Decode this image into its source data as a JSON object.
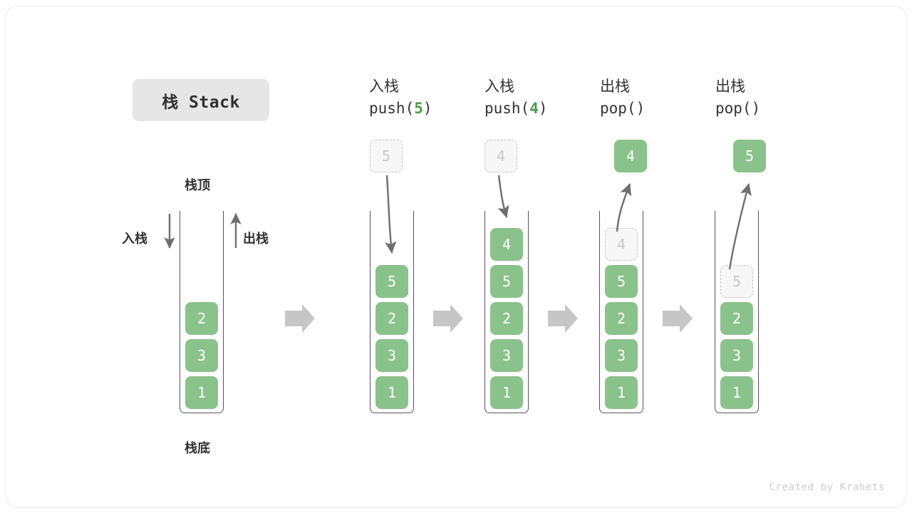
{
  "title": "栈 Stack",
  "watermark": "Created by Krahets",
  "colors": {
    "cell_fill": "#89c28a",
    "cell_text": "#ffffff",
    "ghost_fill": "#f7f7f7",
    "ghost_border": "#c2c2c2",
    "ghost_text": "#c6c6c6",
    "arrow_gray": "#6e6e6e",
    "flow_arrow": "#c6c6c6",
    "title_chip_bg": "#e6e6e6",
    "accent_green": "#4a9e4a",
    "text_dark": "#333333"
  },
  "first_stack": {
    "top_label": "栈顶",
    "bottom_label": "栈底",
    "push_label": "入栈",
    "pop_label": "出栈",
    "items": [
      "2",
      "3",
      "1"
    ]
  },
  "stages": [
    {
      "id": "push-5",
      "op_cn": "入栈",
      "op_code_prefix": "push(",
      "op_code_arg": "5",
      "op_code_suffix": ")",
      "kind": "push",
      "incoming_value": "5",
      "items": [
        "5",
        "2",
        "3",
        "1"
      ]
    },
    {
      "id": "push-4",
      "op_cn": "入栈",
      "op_code_prefix": "push(",
      "op_code_arg": "4",
      "op_code_suffix": ")",
      "kind": "push",
      "incoming_value": "4",
      "items": [
        "4",
        "5",
        "2",
        "3",
        "1"
      ]
    },
    {
      "id": "pop-4",
      "op_cn": "出栈",
      "op_code_prefix": "pop(",
      "op_code_arg": "",
      "op_code_suffix": ")",
      "kind": "pop",
      "popped_value": "4",
      "ghost_value": "4",
      "items": [
        "5",
        "2",
        "3",
        "1"
      ]
    },
    {
      "id": "pop-5",
      "op_cn": "出栈",
      "op_code_prefix": "pop(",
      "op_code_arg": "",
      "op_code_suffix": ")",
      "kind": "pop",
      "popped_value": "5",
      "ghost_value": "5",
      "items": [
        "2",
        "3",
        "1"
      ]
    }
  ],
  "flow_arrows": 4
}
